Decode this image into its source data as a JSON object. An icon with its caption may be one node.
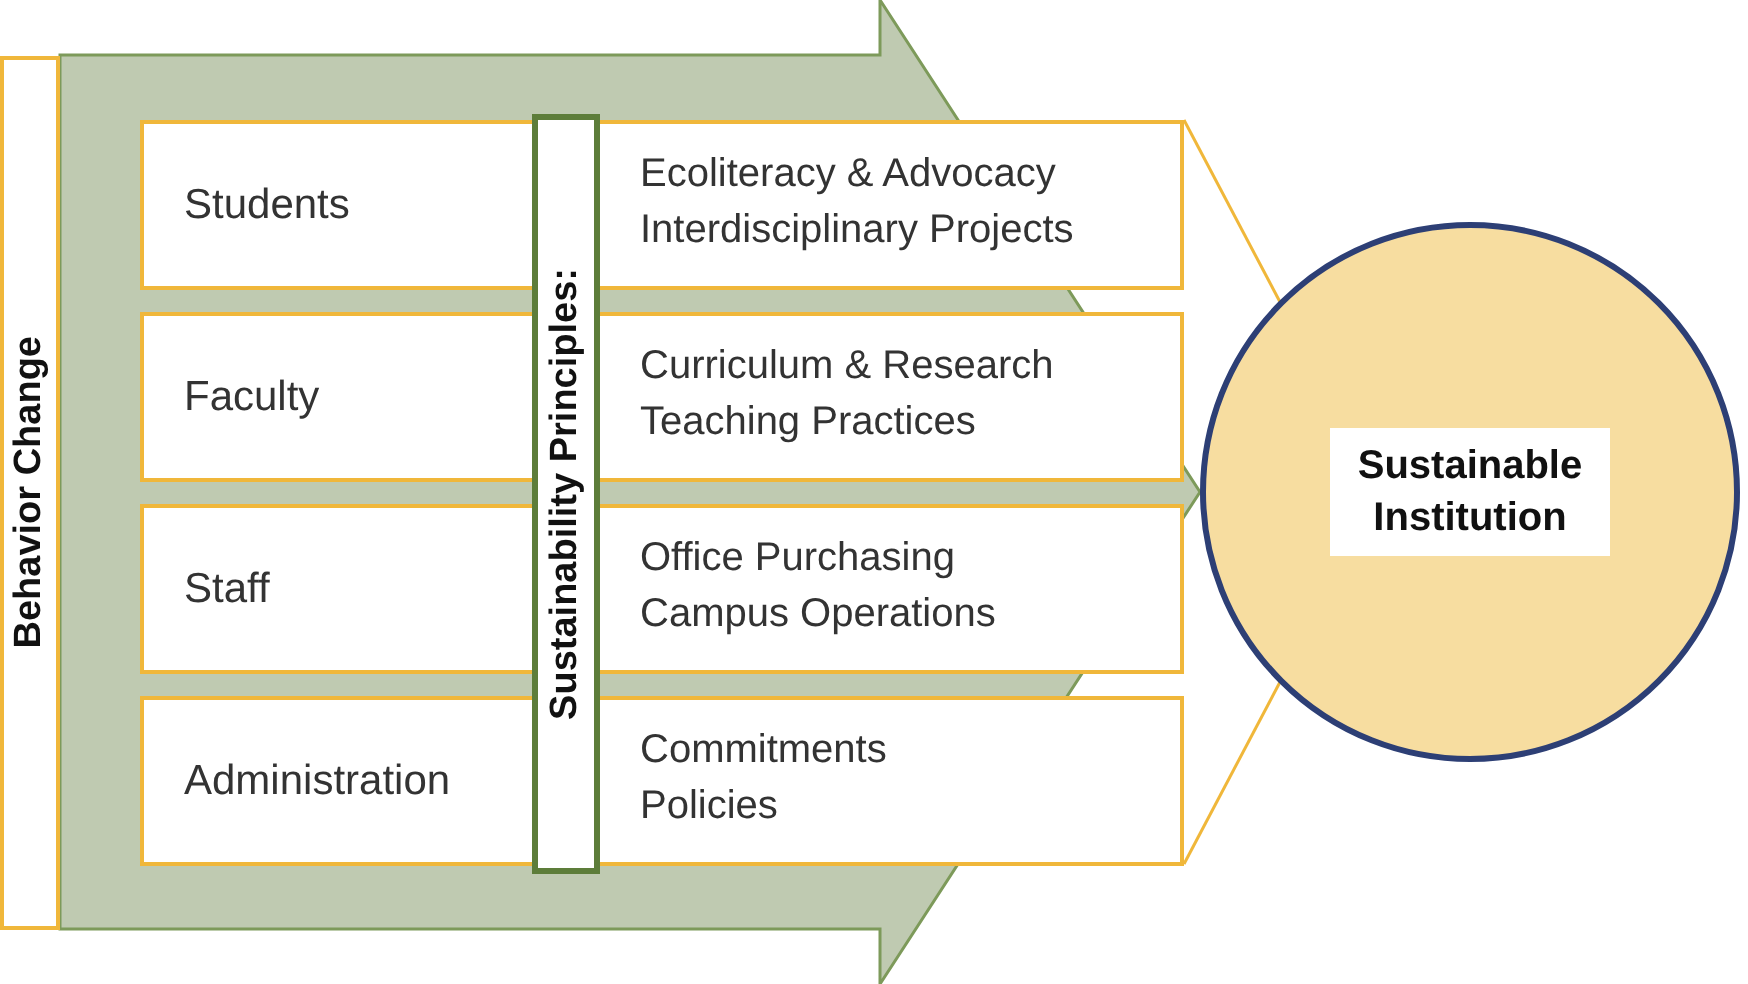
{
  "diagram": {
    "nodes": [
      {
        "text": [
          "Behavior Change"
        ]
      },
      {
        "text": [
          "Sustainability Principles:"
        ]
      },
      {
        "text": [
          "Students",
          "Ecoliteracy & Advocacy",
          "Interdisciplinary Projects"
        ]
      },
      {
        "text": [
          "Faculty",
          "Curriculum & Research",
          "Teaching Practices"
        ]
      },
      {
        "text": [
          "Staff",
          "Office Purchasing",
          "Campus Operations"
        ]
      },
      {
        "text": [
          "Administration",
          "Commitments",
          "Policies"
        ]
      },
      {
        "text": [
          "Sustainable Institution"
        ]
      }
    ],
    "edges": [
      {
        "from": 0,
        "to": 6,
        "arrow": "to",
        "style": "thick"
      }
    ]
  }
}
